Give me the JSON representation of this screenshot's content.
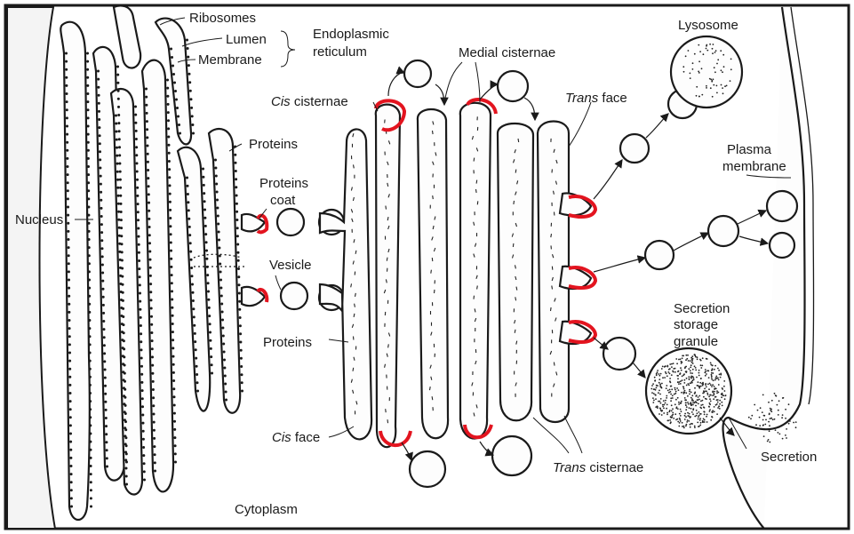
{
  "labels": {
    "ribosomes": "Ribosomes",
    "lumen": "Lumen",
    "membrane": "Membrane",
    "er_line1": "Endoplasmic",
    "er_line2": "reticulum",
    "medial_cisternae": "Medial cisternae",
    "lysosome": "Lysosome",
    "cis_cisternae_italic": "Cis",
    "cis_cisternae_rest": " cisternae",
    "trans_face_italic": "Trans",
    "trans_face_rest": " face",
    "proteins_top": "Proteins",
    "proteins_coat_line1": "Proteins",
    "proteins_coat_line2": "coat",
    "plasma_line1": "Plasma",
    "plasma_line2": "membrane",
    "nucleus": "Nucleus",
    "vesicle": "Vesicle",
    "secretion_storage_line1": "Secretion",
    "secretion_storage_line2": "storage",
    "secretion_storage_line3": "granule",
    "proteins_bottom": "Proteins",
    "cis_face_italic": "Cis",
    "cis_face_rest": " face",
    "trans_cisternae_italic": "Trans",
    "trans_cisternae_rest": " cisternae",
    "secretion": "Secretion",
    "cytoplasm": "Cytoplasm"
  },
  "colors": {
    "outline": "#1a1a1a",
    "highlight_red": "#e3141f",
    "background": "#ffffff"
  }
}
